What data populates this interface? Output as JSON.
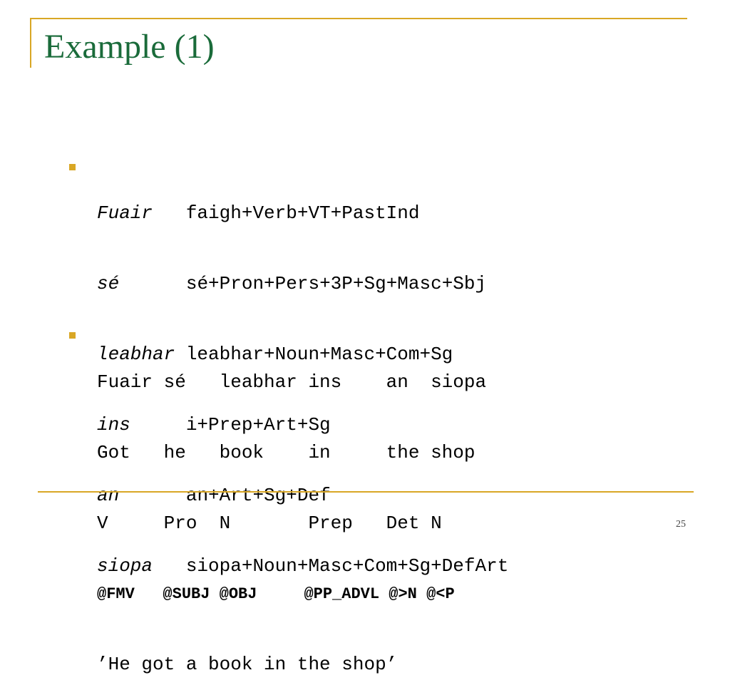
{
  "slide": {
    "title": "Example (1)",
    "page_number": "25",
    "colors": {
      "accent": "#d9a725",
      "title": "#1a6b3a"
    }
  },
  "analysis": [
    {
      "word": "Fuair",
      "pad": "   ",
      "tags": "faigh+Verb+VT+PastInd"
    },
    {
      "word": "sé",
      "pad": "      ",
      "tags": "sé+Pron+Pers+3P+Sg+Masc+Sbj"
    },
    {
      "word": "leabhar",
      "pad": " ",
      "tags": "leabhar+Noun+Masc+Com+Sg"
    },
    {
      "word": "ins",
      "pad": "     ",
      "tags": "i+Prep+Art+Sg"
    },
    {
      "word": "an",
      "pad": "      ",
      "tags": "an+Art+Sg+Def"
    },
    {
      "word": "siopa",
      "pad": "   ",
      "tags": "siopa+Noun+Masc+Com+Sg+DefArt"
    }
  ],
  "gloss": {
    "irish": "Fuair sé   leabhar ins    an  siopa",
    "english": "Got   he   book    in     the shop",
    "pos": "V     Pro  N       Prep   Det N",
    "functions": "@FMV   @SUBJ @OBJ     @PP_ADVL @>N @<P",
    "translation": "’He got a book in the shop’"
  }
}
